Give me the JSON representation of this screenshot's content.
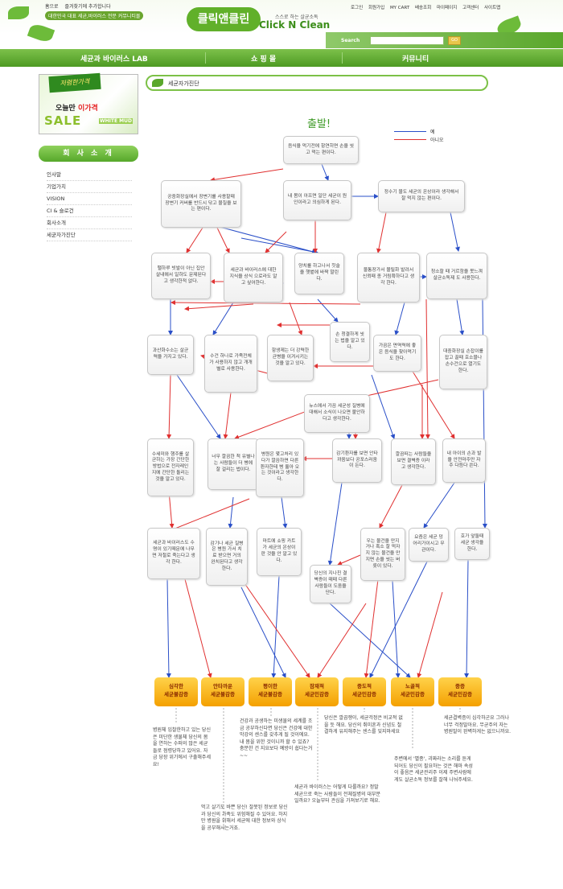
{
  "header": {
    "top_links": [
      "홈으로",
      "즐겨찾기에 추가합니다"
    ],
    "slogan": "대한민국 대표 세균,바이러스 전문 커뮤니티몰",
    "logo_ko": "클릭앤클린",
    "logo_sub": "스스로 하는 살균소독",
    "logo_en": "Click N Clean",
    "util_links": [
      "로그인",
      "회원가입",
      "MY CART",
      "배송조회",
      "마이페이지",
      "고객센터",
      "사이트맵"
    ],
    "search_label": "Search",
    "search_button": "GO"
  },
  "nav": {
    "items": [
      "세균과 바이러스 LAB",
      "쇼 핑 몰",
      "커뮤니티"
    ]
  },
  "banner": {
    "ribbon": "저렴한가격",
    "today": "오늘만",
    "today_highlight": "이가격",
    "sale": "SALE",
    "white_mud": "WHITE MUD"
  },
  "sidebar": {
    "heading": "회 사 소 개",
    "items": [
      "인사말",
      "기업가치",
      "VISION",
      "CI & 슬로건",
      "회사소개",
      "세균자가진단"
    ]
  },
  "page_title": "세균자가진단",
  "start_label": "출발!",
  "legend": {
    "yes": "예",
    "no": "아니오",
    "yes_color": "#2a4fc8",
    "no_color": "#e03030"
  },
  "nodes": [
    {
      "id": "n1",
      "text": "음식을 먹기전에 항연히면 손을 씻고 먹는 편이다."
    },
    {
      "id": "n2",
      "text": "공중화장실에서 장변기를 사용할때 장변기 커버를 반드시 닦고 물칠을 보는 편이다."
    },
    {
      "id": "n3",
      "text": "내 몸이 아프면 일단 세균이 원인이라고 의심하게 된다."
    },
    {
      "id": "n4",
      "text": "정수기 물도 세균의 온상이라 생각해서 잘 먹지 않는 편이다."
    },
    {
      "id": "n5",
      "text": "팰하루 빗발이 아닌 집안살내에서 일하도 문제된다고 생각한적 없다."
    },
    {
      "id": "n6",
      "text": "세균과 바이러스에 대한 지식을 상식 으로라도 알고 싶어한다."
    },
    {
      "id": "n7",
      "text": "양치를 하고나서 칫솔을 햇볕에 바짝 말린다."
    },
    {
      "id": "n8",
      "text": "물통장가서 몰릴화 발려서 신뢰때 종 거림확하다고 생각 한다."
    },
    {
      "id": "n9",
      "text": "청소할 때 거르함을 못느껴 살균소독제 도 사용한다."
    },
    {
      "id": "n10",
      "text": "손 청결하게 씻는 법을 알고 있다."
    },
    {
      "id": "n11",
      "text": "과산화수소는 살균력을 가지고 있다."
    },
    {
      "id": "n12",
      "text": "수건 하나로 가족전체가 사용하지 않고 개개별로 사용한다."
    },
    {
      "id": "n13",
      "text": "항생제는 더 강력한 균병을 이겨시키는 것을 알고 있다."
    },
    {
      "id": "n14",
      "text": "가끔은 면역력에 좋은 음식을 찾아먹기도 한다."
    },
    {
      "id": "n15",
      "text": "대중화장실 손잡이를 잡고 끌때 호소블나 손수건으로 열기도 한다."
    },
    {
      "id": "n16",
      "text": "뉴스에서 가끔 세균성 질병에 대해서 소식이 나오면 불안하다고 생각한다."
    },
    {
      "id": "n17",
      "text": "수세미와 행주를 살균하는 가장 간단한 방법으로 전자레인지에 간단한 돌리는 것을 알고 있다."
    },
    {
      "id": "n18",
      "text": "너무 깔끔한 척 유별나는 사람들이 더 병에 잘 걸리는 법이다."
    },
    {
      "id": "n19",
      "text": "병원은 몇고처리 있다가 깔끔하면 다른 환자한테 병 옮아 오는 것이라고 생각한다."
    },
    {
      "id": "n20",
      "text": "감기환자를 보면 안타까움보다 공포스러움이 든다."
    },
    {
      "id": "n21",
      "text": "깔끔떠는 사람들을 보면 결벽증 이라고 생각한다."
    },
    {
      "id": "n22",
      "text": "내 아이의 손과 발을 안전마주만 자주 다듬다 쓴다."
    },
    {
      "id": "n23",
      "text": "세균과 바이러스도 수명이 있기때문에 나무면 저절로 죽는다고 생각 한다."
    },
    {
      "id": "n24",
      "text": "감기나 세균 질병은 병원 가서 치료 받으면 거의 완치된다고 생각한다."
    },
    {
      "id": "n25",
      "text": "마트에 쇼핑 카트가 세균의 온상이란 것을 안 알고 있다."
    },
    {
      "id": "n26",
      "text": "우는 물건을 만지거나 혹소 잘 먹자지 않는 물건을 만지면 손을 씻는 버릇이 있다."
    },
    {
      "id": "n27",
      "text": "요즘은 세균 덩어리가이시고 무관이다."
    },
    {
      "id": "n28",
      "text": "당신의 지나친 결벽증이 때때 다른 사람들이 도움을 단다."
    },
    {
      "id": "n29",
      "text": "호가 앞둘때 세균 생각을 한다."
    }
  ],
  "results": [
    {
      "label1": "심각한",
      "label2": "세균불감증"
    },
    {
      "label1": "안타까운",
      "label2": "세균불감증"
    },
    {
      "label1": "평이한",
      "label2": "세균불감증"
    },
    {
      "label1": "잠재적",
      "label2": "세균민감증"
    },
    {
      "label1": "중도적",
      "label2": "세균민감증"
    },
    {
      "label1": "노골적",
      "label2": "세균민감증"
    },
    {
      "label1": "중증",
      "label2": "세균민감증"
    }
  ],
  "descriptions": [
    "병원체 입찰한하고 있는 당신은 미단한 생물체 당신의 몸을 연하는 수퍼의 많은 세균들로 점령당하고 있어요. 자금 당장 위기에서 구출해주세요!",
    "먹고 살기도 바쁜 당신! 잘못된 정보로 당신과 당신의 가족도 위험해질 수 있어요. 하지만 병원을 위해서 세균에 대한 정보와 상식을 공부해시는거죠.",
    "건강과 공생하는 미생물의 세계를 조금 공부하신다면 당신은 건강에 대한 막강의 센스를 갖추게 될 것이에요. 내 몸을 위한 것이니까 할 수 있죠? 충분한 건 지요보다 예방이 쉽다는거~~",
    "세균과 바이러스는 어떻게 다룰까요? 정말 세균으로 죽는 사람들이 전체질병의 대부분일까요? 오늘부터 관심을 가져보기로 해요.",
    "당신은 깔끔쟁이, 세균걱정은 비교적 없을 듯 해요. 당신의 취미혼과 신념도 철결하게 유지해주는 센스를 잊지마세요",
    "주변에서 '별종', 괴짜라는 소리를 듣게 되어도 당신이 필요하는 것은 해마 속성이 좋음은 세균관리주 이제 주변사람에게도 살균소독 정보를 잘해 나눠주세요.",
    "세균결벽증이 심각하군요 그러나 너무 걱정말아요. 무균주의 자는 병원말이 완벽하게는 없으니까요."
  ]
}
